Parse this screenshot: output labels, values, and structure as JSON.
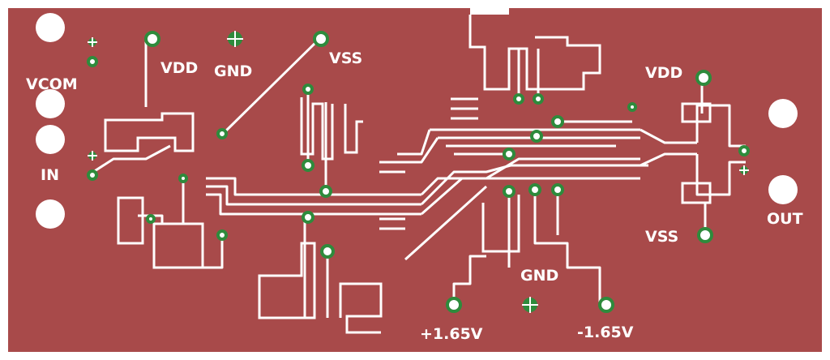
{
  "labels": {
    "vdd_left": "VDD",
    "gnd_top": "GND",
    "vss_top": "VSS",
    "vcom": "VCOM",
    "in": "IN",
    "vdd_right": "VDD",
    "vss_right": "VSS",
    "out": "OUT",
    "gnd_bottom": "GND",
    "plus_165": "+1.65V",
    "minus_165": "-1.65V"
  },
  "colors": {
    "board": "#a84a4a",
    "trace": "#ffffff",
    "pad": "#2e8b3c",
    "hole": "#ffffff",
    "silk": "#ffffff"
  },
  "icons": {
    "mounting_hole": "white-circle",
    "via": "green-ring",
    "ground_pad": "cross-relief-pad"
  }
}
